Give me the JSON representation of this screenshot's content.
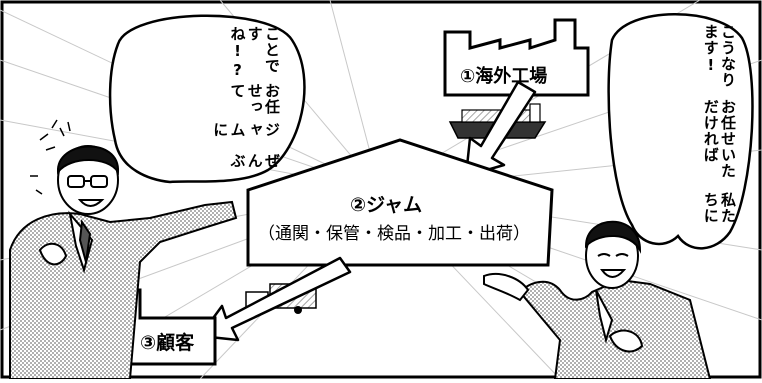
{
  "bubble_left": {
    "lines": [
      "ぜんぶ",
      "ジャムに",
      "お任せって",
      "ことですね!?"
    ]
  },
  "bubble_right": {
    "lines": [
      "私たちに",
      "お任せいただければ",
      "こうなります!"
    ]
  },
  "factory": {
    "label": "①海外工場"
  },
  "warehouse": {
    "title": "②ジャム",
    "services": "（通関・保管・検品・加工・出荷）"
  },
  "customer": {
    "label": "③顧客"
  },
  "colors": {
    "ink": "#000000",
    "paper": "#ffffff",
    "tone": "#bdbdbd",
    "shade": "#9a9a9a"
  }
}
